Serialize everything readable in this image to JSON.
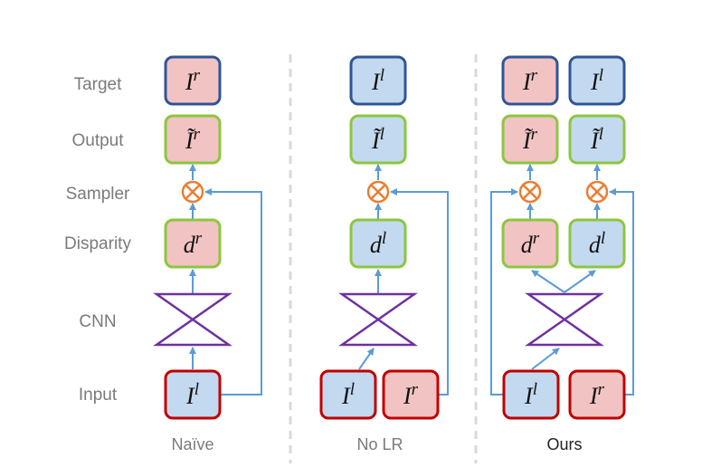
{
  "row_labels": {
    "target": "Target",
    "output": "Output",
    "sampler": "Sampler",
    "disparity": "Disparity",
    "cnn": "CNN",
    "input": "Input"
  },
  "columns": {
    "naive": {
      "label": "Naïve",
      "target": {
        "base": "I",
        "sup": "r"
      },
      "output": {
        "base": "Ĩ",
        "sup": "r"
      },
      "disparity": {
        "base": "d",
        "sup": "r"
      },
      "input": {
        "base": "I",
        "sup": "l"
      }
    },
    "nolr": {
      "label": "No LR",
      "target": {
        "base": "I",
        "sup": "l"
      },
      "output": {
        "base": "Ĩ",
        "sup": "l"
      },
      "disparity": {
        "base": "d",
        "sup": "l"
      },
      "input_left": {
        "base": "I",
        "sup": "l"
      },
      "input_right": {
        "base": "I",
        "sup": "r"
      }
    },
    "ours": {
      "label": "Ours",
      "target_right": {
        "base": "I",
        "sup": "r"
      },
      "target_left": {
        "base": "I",
        "sup": "l"
      },
      "output_right": {
        "base": "Ĩ",
        "sup": "r"
      },
      "output_left": {
        "base": "Ĩ",
        "sup": "l"
      },
      "disparity_right": {
        "base": "d",
        "sup": "r"
      },
      "disparity_left": {
        "base": "d",
        "sup": "l"
      },
      "input_left": {
        "base": "I",
        "sup": "l"
      },
      "input_right": {
        "base": "I",
        "sup": "r"
      }
    }
  },
  "colors": {
    "pink_fill": "#f2c3c3",
    "blue_fill": "#c3d9ef",
    "target_border": "#2f5597",
    "output_border": "#8cc63f",
    "input_border": "#c00000",
    "arrow": "#5b9bd5",
    "sampler": "#ed7d31",
    "cnn": "#7030a0",
    "divider": "#d9d9d9"
  }
}
